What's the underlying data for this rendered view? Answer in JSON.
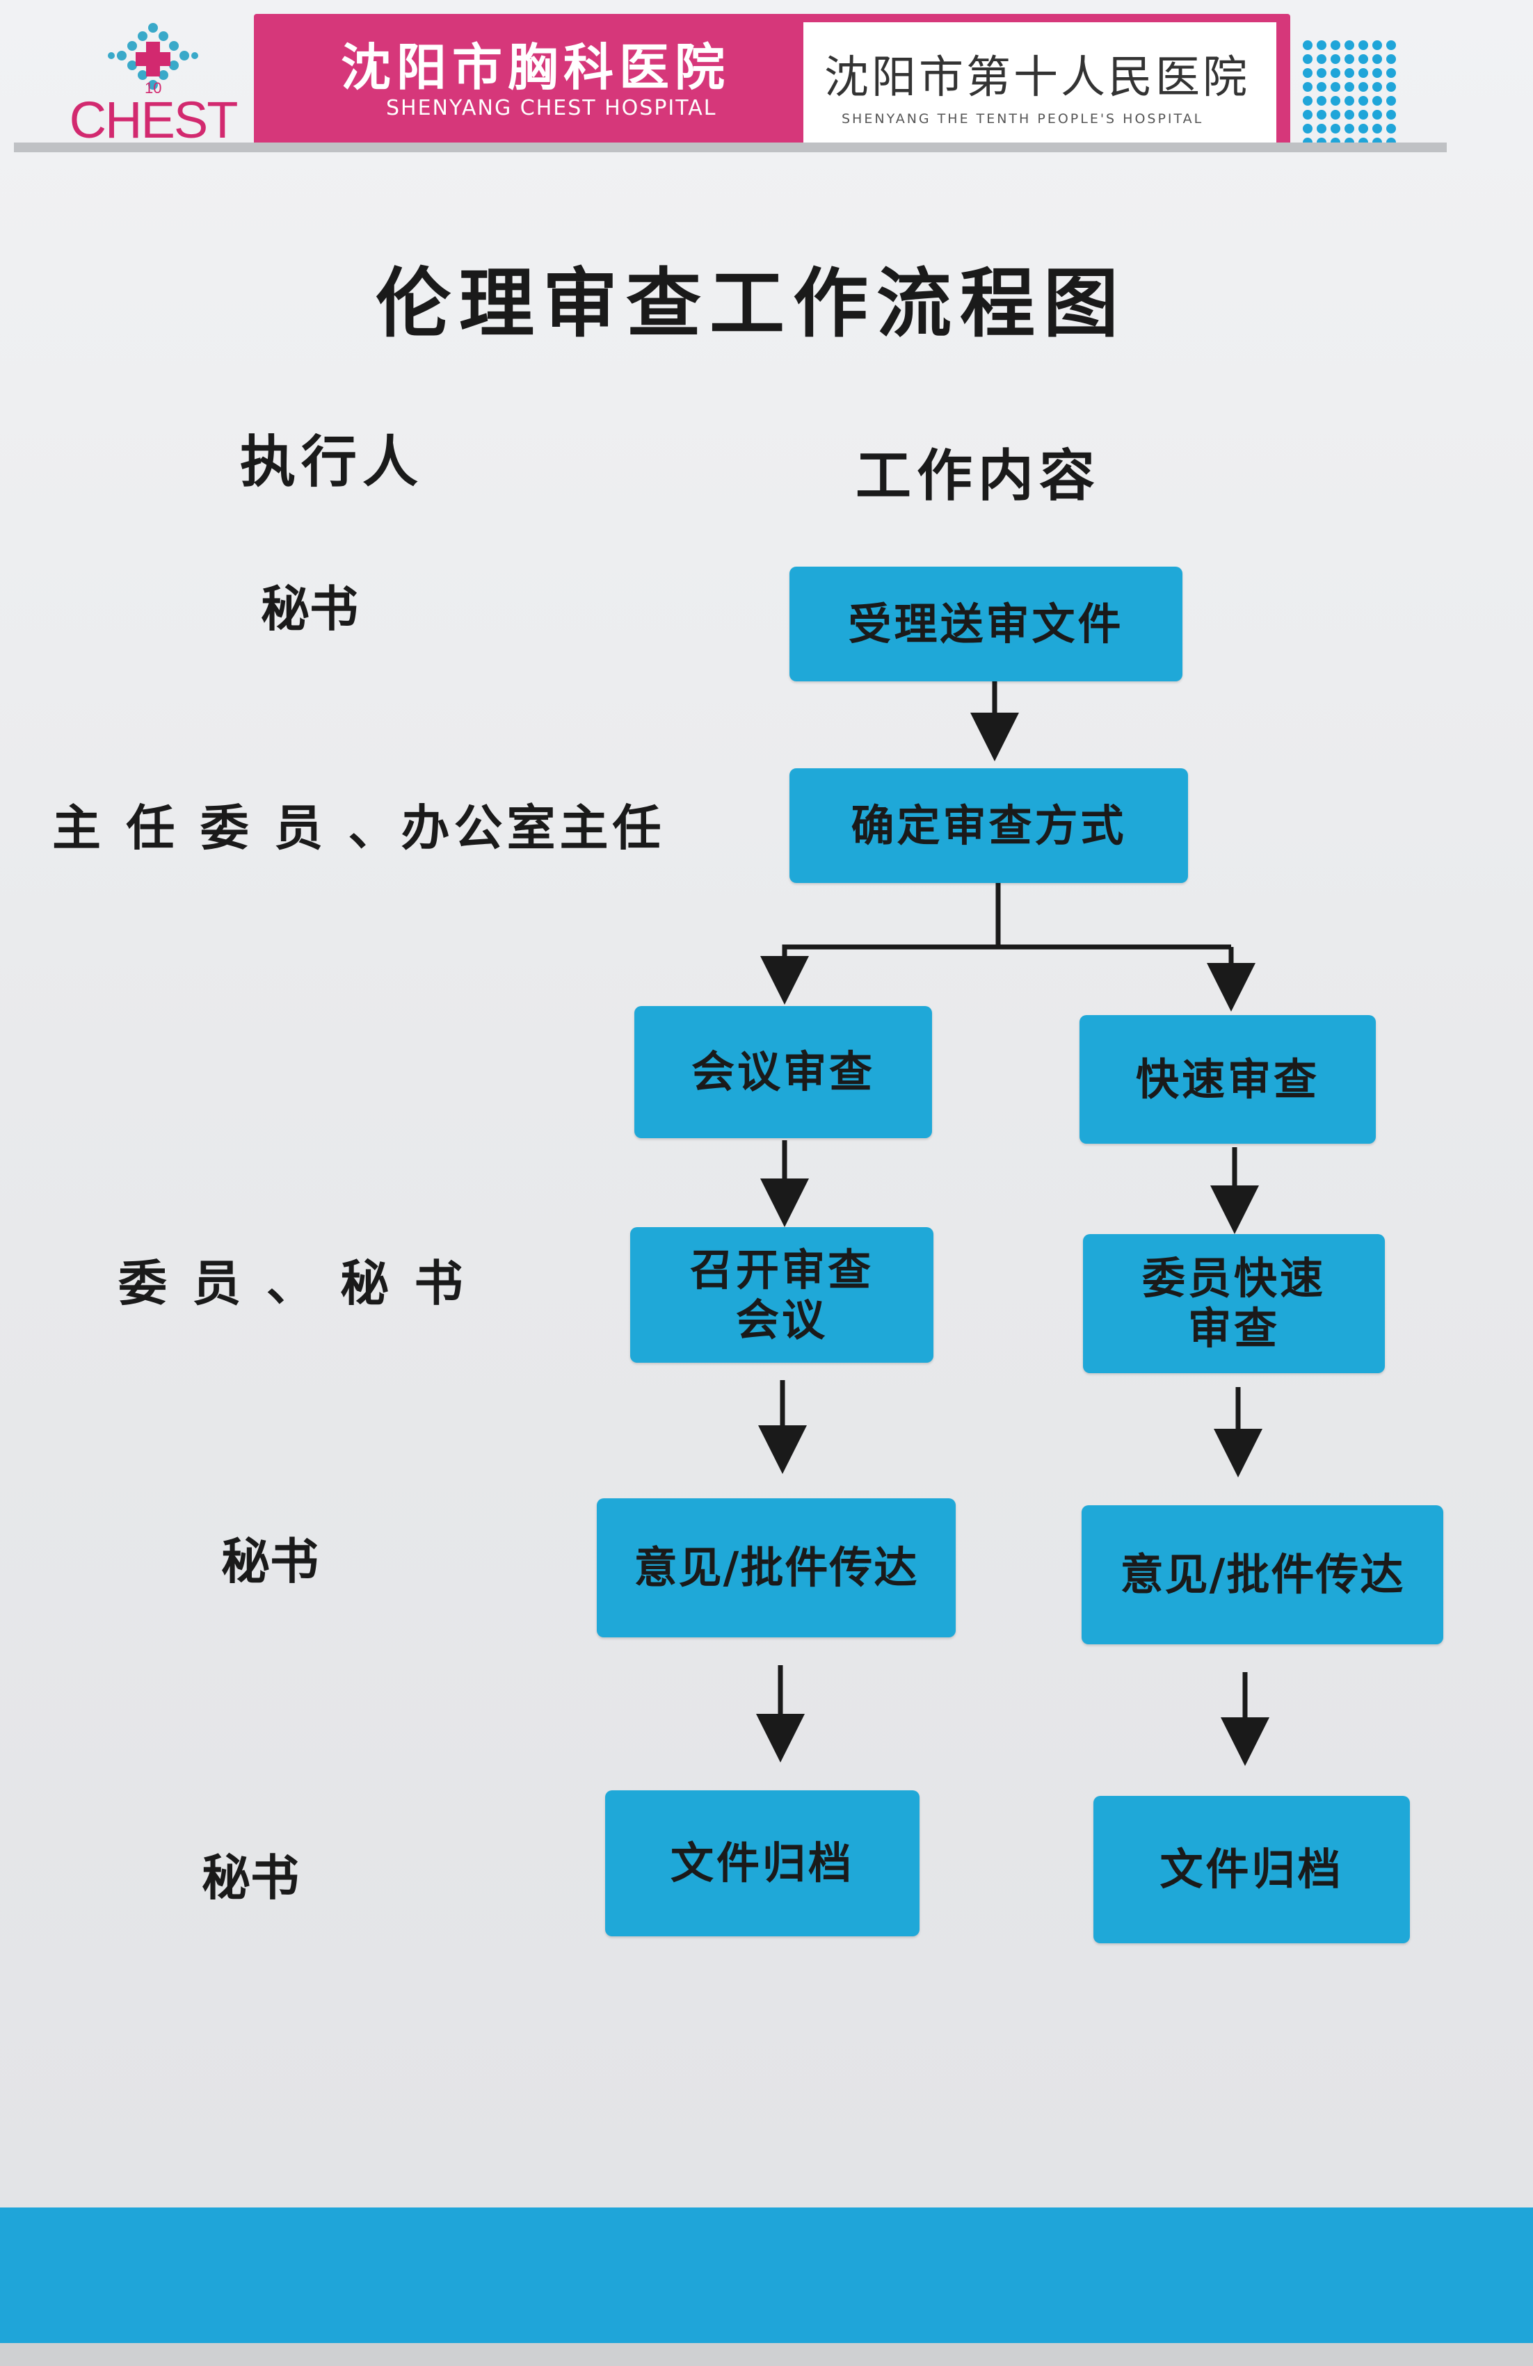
{
  "header": {
    "logo_text": "CHEST",
    "logo_num": "10",
    "hospital_cn": "沈阳市胸科医院",
    "hospital_en": "SHENYANG CHEST HOSPITAL",
    "hospital2_cn": "沈阳市第十人民医院",
    "hospital2_en": "SHENYANG THE TENTH PEOPLE'S HOSPITAL",
    "brand_color": "#d6377a",
    "accent_color": "#1fa8d8"
  },
  "title": "伦理审查工作流程图",
  "columns": {
    "executor": "执行人",
    "content": "工作内容"
  },
  "roles": [
    "秘书",
    "主 任 委 员 、办公室主任",
    "委 员 、 秘 书",
    "秘书",
    "秘书"
  ],
  "steps": {
    "receive": "受理送审文件",
    "determine": "确定审查方式",
    "meeting_review": "会议审查",
    "fast_review": "快速审查",
    "hold_meeting": "召开审查会议",
    "member_fast_review": "委员快速审查",
    "transmit_left": "意见/批件传达",
    "transmit_right": "意见/批件传达",
    "archive_left": "文件归档",
    "archive_right": "文件归档"
  }
}
